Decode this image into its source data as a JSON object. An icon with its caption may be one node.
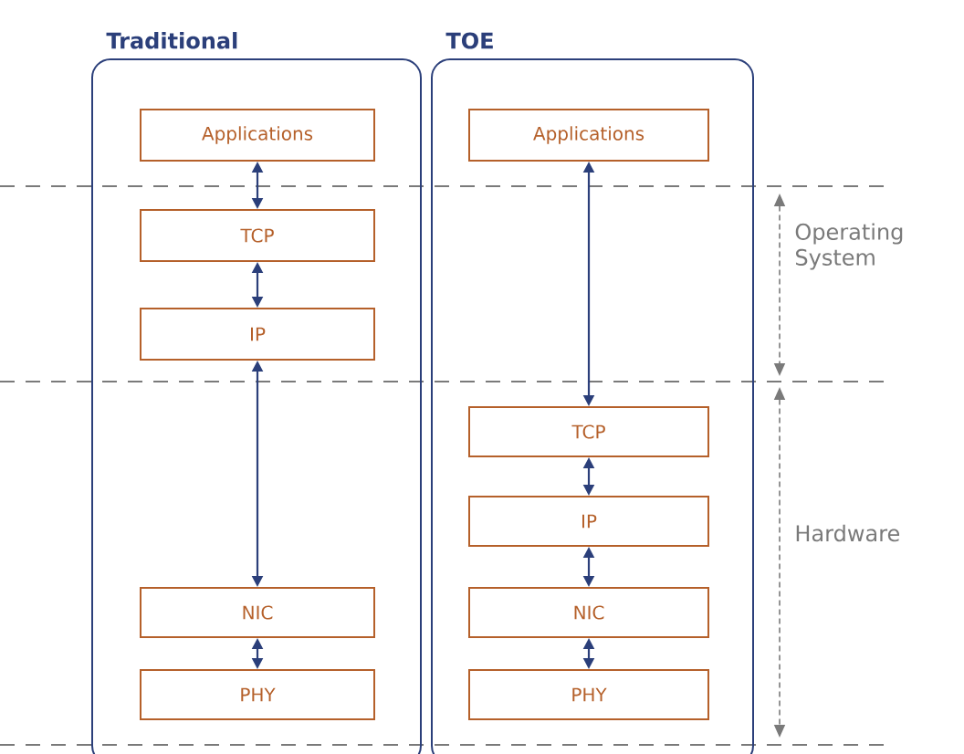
{
  "diagram": {
    "nodes": [
      {
        "text": [
          "Traditional"
        ]
      },
      {
        "text": [
          "Applications"
        ],
        "in": 0
      },
      {
        "text": [
          "TCP"
        ],
        "in": 0
      },
      {
        "text": [
          "IP"
        ],
        "in": 0
      },
      {
        "text": [
          "NIC"
        ],
        "in": 0
      },
      {
        "text": [
          "PHY"
        ],
        "in": 0
      },
      {
        "text": [
          "TOE"
        ]
      },
      {
        "text": [
          "Applications"
        ],
        "in": 6
      },
      {
        "text": [
          "TCP"
        ],
        "in": 6
      },
      {
        "text": [
          "IP"
        ],
        "in": 6
      },
      {
        "text": [
          "NIC"
        ],
        "in": 6
      },
      {
        "text": [
          "PHY"
        ],
        "in": 6
      }
    ],
    "edges": [
      {
        "from": 1,
        "to": 2,
        "arrow": "both"
      },
      {
        "from": 2,
        "to": 3,
        "arrow": "both"
      },
      {
        "from": 3,
        "to": 4,
        "arrow": "both"
      },
      {
        "from": 4,
        "to": 5,
        "arrow": "both"
      },
      {
        "from": 7,
        "to": 8,
        "arrow": "both"
      },
      {
        "from": 8,
        "to": 9,
        "arrow": "both"
      },
      {
        "from": 9,
        "to": 10,
        "arrow": "both"
      },
      {
        "from": 10,
        "to": 11,
        "arrow": "both"
      }
    ],
    "labels": [
      "Operating System",
      "Hardware"
    ]
  }
}
